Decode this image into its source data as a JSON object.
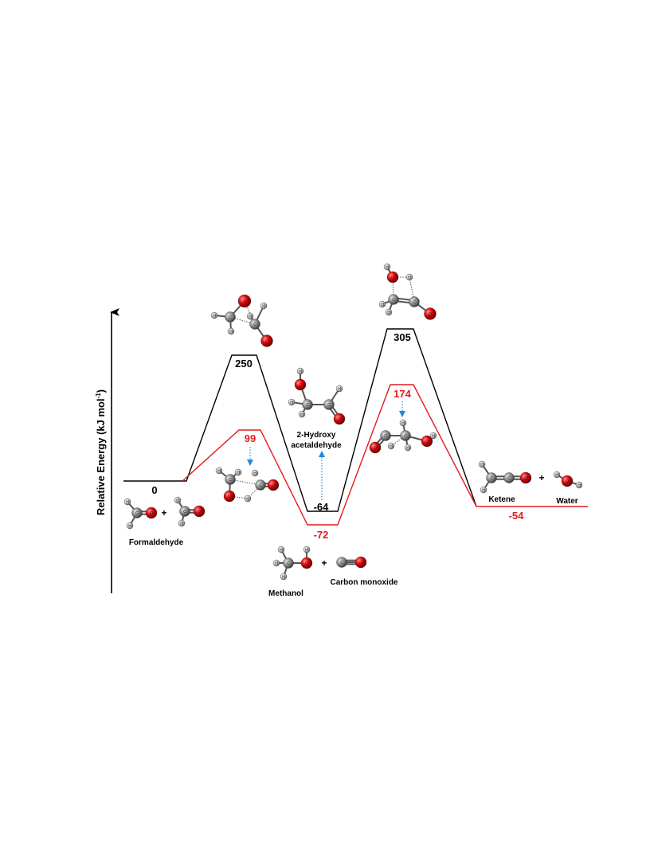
{
  "diagram": {
    "y_axis_label": "Relative Energy (kJ mol",
    "y_axis_unit_sup": "-1",
    "y_axis_label_close": ")",
    "black_path": {
      "color": "#000000",
      "levels": [
        {
          "value": "0"
        },
        {
          "value": "250"
        },
        {
          "value": "-64"
        },
        {
          "value": "305"
        }
      ]
    },
    "red_path": {
      "color": "#e31a1c",
      "levels": [
        {
          "value": "99"
        },
        {
          "value": "-72"
        },
        {
          "value": "174"
        },
        {
          "value": "-54"
        }
      ]
    },
    "arrow_color": "#1e88e5",
    "species": {
      "formaldehyde": "Formaldehyde",
      "hydroxy_line1": "2-Hydroxy",
      "hydroxy_line2": "acetaldehyde",
      "methanol": "Methanol",
      "carbon_monoxide": "Carbon monoxide",
      "ketene": "Ketene",
      "water": "Water"
    },
    "plus": "+",
    "atom_letters": {
      "carbon": "C",
      "oxygen": "O",
      "hydrogen": "H"
    }
  }
}
